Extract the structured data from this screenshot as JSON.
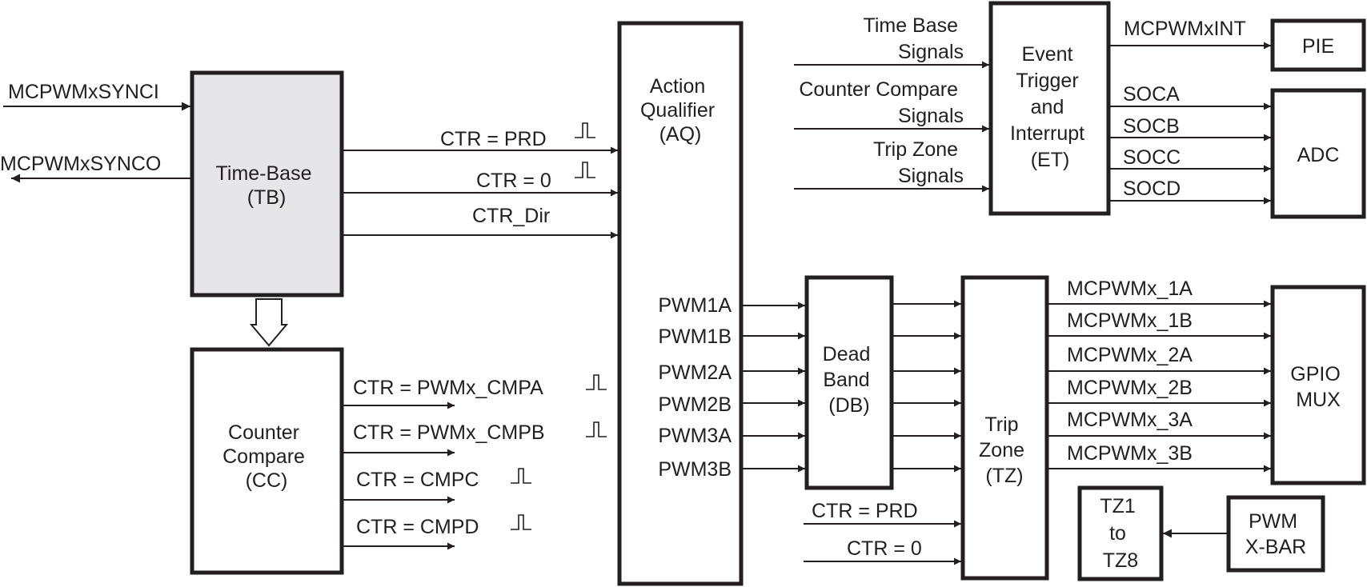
{
  "blocks": {
    "tb": {
      "lines": [
        "Time-Base",
        "(TB)"
      ]
    },
    "cc": {
      "lines": [
        "Counter",
        "Compare",
        "(CC)"
      ]
    },
    "aq": {
      "lines": [
        "Action",
        "Qualifier",
        "(AQ)"
      ]
    },
    "db": {
      "lines": [
        "Dead",
        "Band",
        "(DB)"
      ]
    },
    "tz": {
      "lines": [
        "Trip",
        "Zone",
        "(TZ)"
      ]
    },
    "et": {
      "lines": [
        "Event",
        "Trigger",
        "and",
        "Interrupt",
        "(ET)"
      ]
    },
    "pie": {
      "lines": [
        "PIE"
      ]
    },
    "adc": {
      "lines": [
        "ADC"
      ]
    },
    "gpio": {
      "lines": [
        "GPIO",
        "MUX"
      ]
    },
    "tzs": {
      "lines": [
        "TZ1",
        "to",
        "TZ8"
      ]
    },
    "xbar": {
      "lines": [
        "PWM",
        "X-BAR"
      ]
    }
  },
  "signals": {
    "synci": "MCPWMxSYNCI",
    "synco": "MCPWMxSYNCO",
    "tb_out": [
      "CTR = PRD",
      "CTR = 0",
      "CTR_Dir"
    ],
    "cc_out": [
      "CTR = PWMx_CMPA",
      "CTR = PWMx_CMPB",
      "CTR = CMPC",
      "CTR = CMPD"
    ],
    "aq_out": [
      "PWM1A",
      "PWM1B",
      "PWM2A",
      "PWM2B",
      "PWM3A",
      "PWM3B"
    ],
    "tz_in": [
      "CTR = PRD",
      "CTR = 0"
    ],
    "et_in": [
      [
        "Time Base",
        "Signals"
      ],
      [
        "Counter Compare",
        "Signals"
      ],
      [
        "Trip Zone",
        "Signals"
      ]
    ],
    "et_int": "MCPWMxINT",
    "et_soc": [
      "SOCA",
      "SOCB",
      "SOCC",
      "SOCD"
    ],
    "tz_out": [
      "MCPWMx_1A",
      "MCPWMx_1B",
      "MCPWMx_2A",
      "MCPWMx_2B",
      "MCPWMx_3A",
      "MCPWMx_3B"
    ]
  }
}
